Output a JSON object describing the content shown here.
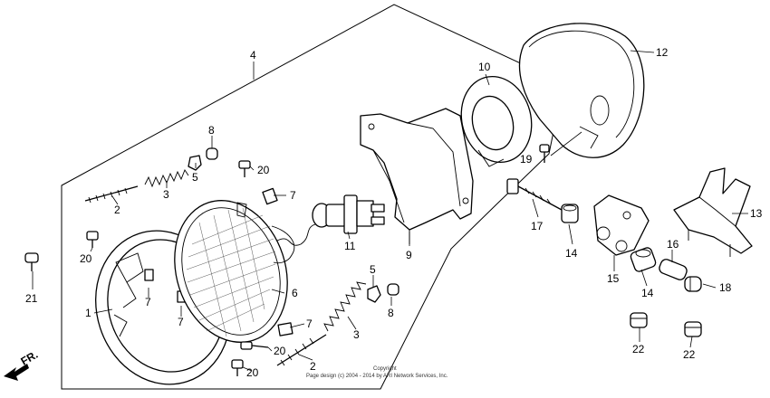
{
  "callouts": {
    "c1": "1",
    "c2a": "2",
    "c2b": "2",
    "c3a": "3",
    "c3b": "3",
    "c4": "4",
    "c5a": "5",
    "c5b": "5",
    "c6": "6",
    "c7a": "7",
    "c7b": "7",
    "c7c": "7",
    "c7d": "7",
    "c8a": "8",
    "c8b": "8",
    "c9": "9",
    "c10": "10",
    "c11": "11",
    "c12": "12",
    "c13": "13",
    "c14a": "14",
    "c14b": "14",
    "c15": "15",
    "c16": "16",
    "c17": "17",
    "c18": "18",
    "c19": "19",
    "c20a": "20",
    "c20b": "20",
    "c20c": "20",
    "c21": "21",
    "c22a": "22",
    "c22b": "22"
  },
  "front_indicator": "FR.",
  "copyright": {
    "line1": "Copyright",
    "line2": "Page design (c) 2004 - 2014 by ARI Network Services, Inc."
  }
}
